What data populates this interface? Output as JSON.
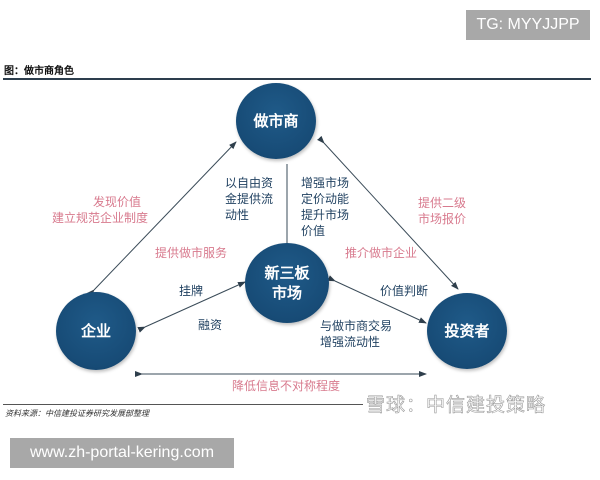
{
  "overlay": {
    "tg_badge": "TG: MYYJJPP",
    "url_badge": "www.zh-portal-kering.com"
  },
  "figure": {
    "title": "图：做市商角色",
    "source": "资料来源：中信建投证券研究发展部整理",
    "watermark": "雪球：中信建投策略"
  },
  "nodes": {
    "market_maker": "做市商",
    "neeq": "新三板\n市场",
    "company": "企业",
    "investor": "投资者"
  },
  "labels": {
    "maker_to_company": "以自由资\n金提供流\n动性",
    "maker_to_market": "增强市场\n定价动能\n提升市场\n价值",
    "company_side_1": "发现价值",
    "company_side_2": "建立规范企业制度",
    "provide_service": "提供做市服务",
    "recommend": "推介做市企业",
    "investor_side": "提供二级\n市场报价",
    "listing": "挂牌",
    "financing": "融资",
    "value_judgment": "价值判断",
    "trade": "与做市商交易\n增强流动性",
    "info_asymmetry": "降低信息不对称程度"
  },
  "colors": {
    "node_fill": "#174b76",
    "pink_text": "#d87a8e",
    "navy_text": "#1e3f5f",
    "arrow": "#3a4b58"
  }
}
